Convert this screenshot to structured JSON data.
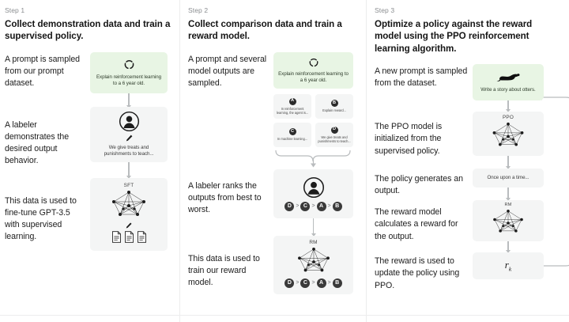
{
  "diagram": {
    "title": "Reinforcement Learning from Human Feedback (RLHF) three-step training diagram",
    "accent_green": "#e8f5e4",
    "card_gray": "#f4f5f5",
    "arrow_gray": "#b9bcbe"
  },
  "steps": [
    {
      "label": "Step 1",
      "title": "Collect demonstration data and train a supervised policy.",
      "rows": [
        {
          "blurb": "A prompt is sampled from our prompt dataset.",
          "card": {
            "kind": "prompt",
            "icon": "recycle-icon",
            "text": "Explain reinforcement learning to a 6 year old."
          }
        },
        {
          "blurb": "A labeler demonstrates the desired output behavior.",
          "card": {
            "kind": "labeler",
            "icon": "person-icon",
            "sub_icon": "pen-icon",
            "text": "We give treats and punishments to teach..."
          }
        },
        {
          "blurb": "This data is used to fine-tune GPT-3.5 with supervised learning.",
          "card": {
            "kind": "model",
            "tag": "SFT",
            "icon": "neural-network-icon",
            "sub_icon": "pen-icon",
            "docs_icon": "documents-icon"
          }
        }
      ]
    },
    {
      "label": "Step 2",
      "title": "Collect comparison data and train a reward model.",
      "rows": [
        {
          "blurb": "A prompt and several model outputs are sampled.",
          "card": {
            "kind": "prompt",
            "icon": "recycle-icon",
            "text": "Explain reinforcement learning to a 6 year old."
          },
          "outputs": [
            {
              "letter": "A",
              "text": "In reinforcement learning, the agent is..."
            },
            {
              "letter": "B",
              "text": "Explain reward..."
            },
            {
              "letter": "C",
              "text": "In machine learning..."
            },
            {
              "letter": "D",
              "text": "We give treats and punishments to teach..."
            }
          ]
        },
        {
          "blurb": "A labeler ranks the outputs from best to worst.",
          "card": {
            "kind": "labeler-rank",
            "icon": "person-icon",
            "ranking": [
              "D",
              "C",
              "A",
              "B"
            ]
          }
        },
        {
          "blurb": "This data is used to train our reward model.",
          "card": {
            "kind": "model-rank",
            "tag": "RM",
            "icon": "neural-network-icon",
            "ranking": [
              "D",
              "C",
              "A",
              "B"
            ]
          }
        }
      ]
    },
    {
      "label": "Step 3",
      "title": "Optimize a policy against the reward model using the PPO reinforcement learning algorithm.",
      "rows": [
        {
          "blurb": "A new prompt is sampled from the dataset.",
          "card": {
            "kind": "prompt",
            "icon": "otter-icon",
            "text": "Write a story about otters."
          }
        },
        {
          "blurb": "The PPO model is initialized from the supervised policy.",
          "card": {
            "kind": "model",
            "tag": "PPO",
            "icon": "neural-network-icon"
          }
        },
        {
          "blurb": "The policy generates an output.",
          "card": {
            "kind": "text",
            "text": "Once upon a time..."
          }
        },
        {
          "blurb": "The reward model calculates a reward for the output.",
          "card": {
            "kind": "model",
            "tag": "RM",
            "icon": "neural-network-icon"
          }
        },
        {
          "blurb": "The reward is used to update the policy using PPO.",
          "card": {
            "kind": "reward",
            "symbol": "r",
            "subscript": "k"
          }
        }
      ]
    }
  ]
}
